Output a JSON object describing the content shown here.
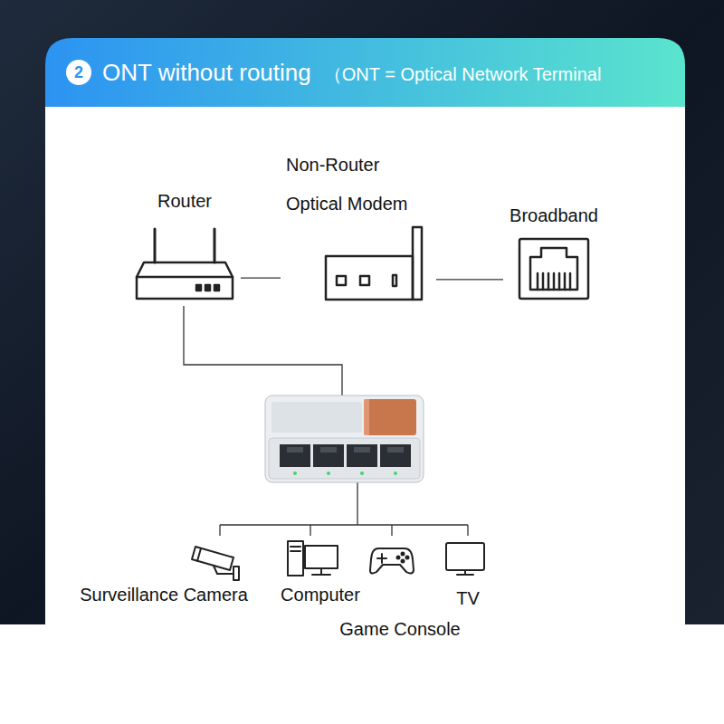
{
  "diagram": {
    "title": "ONT without routing",
    "nodes": [
      {
        "text": [
          "Router"
        ]
      },
      {
        "text": [
          "Non-Router Optical Modem"
        ]
      },
      {
        "text": [
          "Broadband"
        ]
      },
      {
        "text": [
          "Surveillance Camera"
        ]
      },
      {
        "text": [
          "Computer"
        ]
      },
      {
        "text": [
          "Game Console"
        ]
      },
      {
        "text": [
          "TV"
        ]
      }
    ],
    "edges": [
      {
        "from": 0,
        "to": 1,
        "arrow": "none"
      },
      {
        "from": 1,
        "to": 2,
        "arrow": "none"
      }
    ],
    "labels": [
      "2",
      "（ONT = Optical Network Terminal"
    ]
  }
}
